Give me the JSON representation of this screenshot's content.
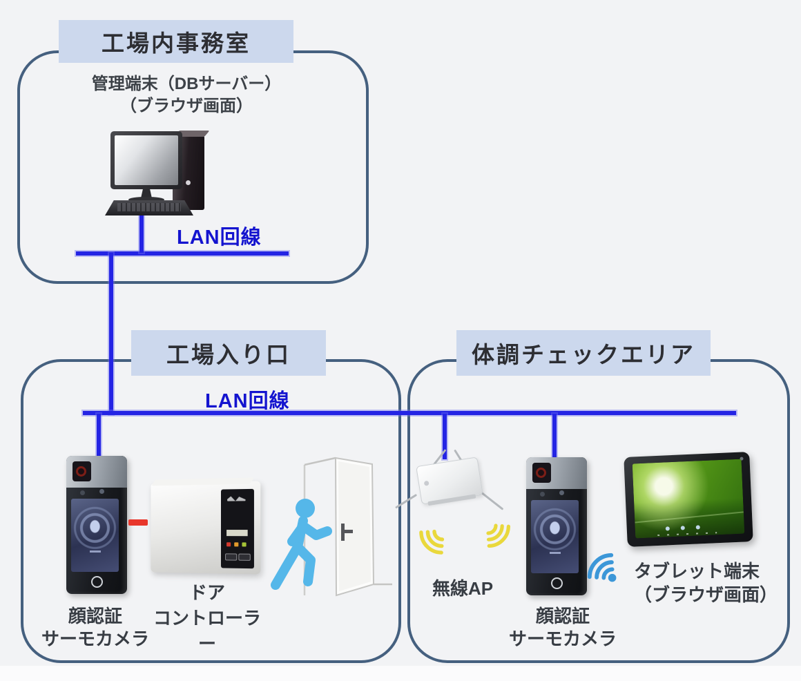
{
  "areas": {
    "office": {
      "title": "工場内事務室",
      "terminal_line1": "管理端末（DBサーバー）",
      "terminal_line2": "（ブラウザ画面）",
      "lan_label": "LAN回線"
    },
    "entrance": {
      "title": "工場入り口",
      "lan_label": "LAN回線",
      "camera_line1": "顔認証",
      "camera_line2": "サーモカメラ",
      "controller_line1": "ドア",
      "controller_line2": "コントローラー"
    },
    "health": {
      "title": "体調チェックエリア",
      "ap_label": "無線AP",
      "camera_line1": "顔認証",
      "camera_line2": "サーモカメラ",
      "tablet_line1": "タブレット端末",
      "tablet_line2": "（ブラウザ画面）"
    }
  },
  "icons": {
    "desktop_computer": "desktop-pc-with-tower-and-keyboard",
    "face_camera": "face-recognition-thermal-camera-terminal",
    "door_controller": "wall-mounted-door-controller-box",
    "walking_person": "light-blue-walking-person-pictogram",
    "door": "open-door-outline",
    "wireless_ap": "white-access-point-with-antennas",
    "wifi_yellow": "yellow-radio-wave-arcs",
    "wifi_blue": "blue-wifi-symbol-with-dot",
    "tablet": "tablet-with-green-leaf-wallpaper"
  },
  "colors": {
    "background": "#f2f3f5",
    "box_border": "#45607f",
    "title_bg": "#ccd8ed",
    "title_text": "#2d2e33",
    "lan_line": "#2424e4",
    "lan_text": "#1414cf",
    "label_text": "#383d44",
    "person_blue": "#55b7e9",
    "wifi_yellow": "#e9d83c",
    "wifi_blue": "#3c97d8",
    "alert_red": "#e8372c"
  }
}
